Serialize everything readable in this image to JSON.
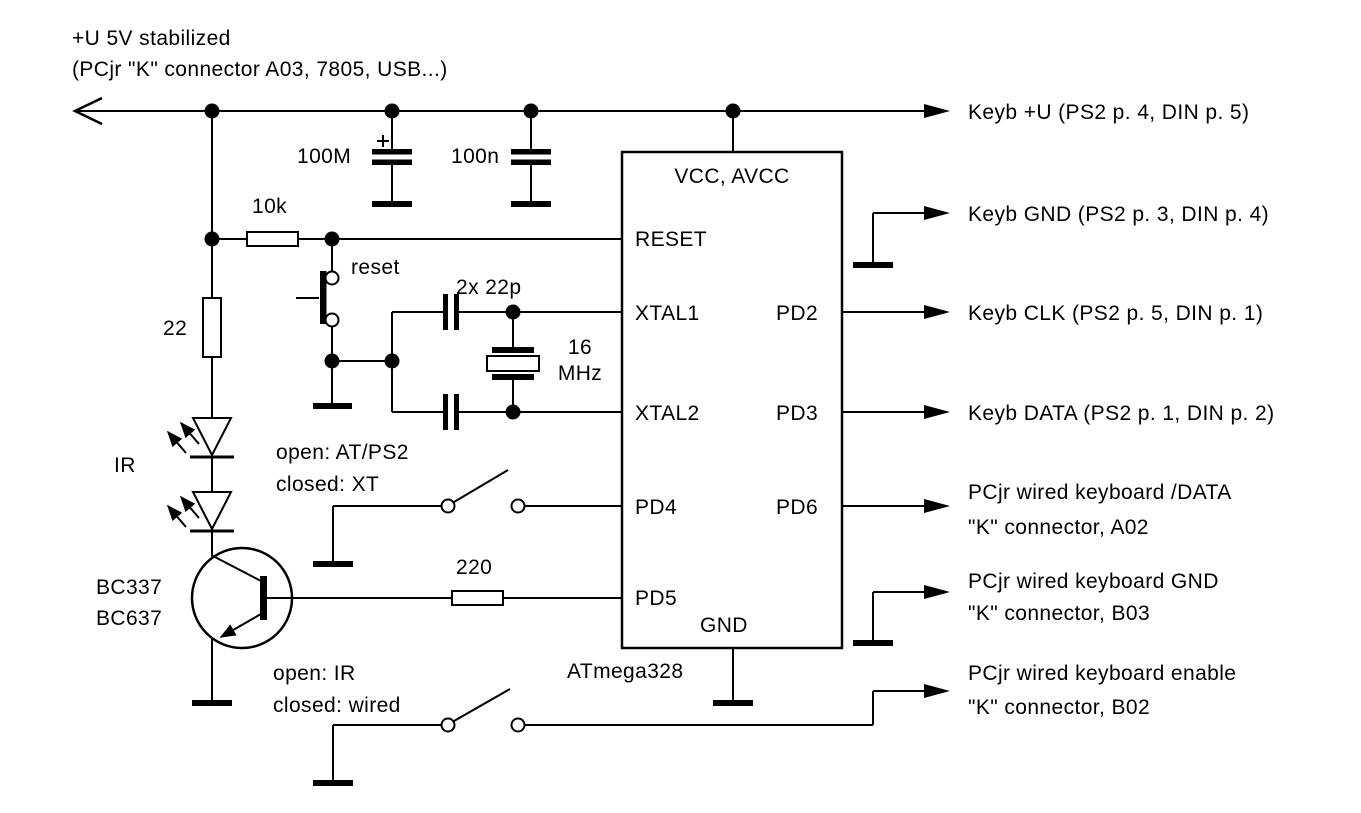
{
  "title": {
    "line1": "+U 5V stabilized",
    "line2": "(PCjr \"K\" connector A03, 7805, USB...)"
  },
  "ic": {
    "name": "ATmega328",
    "power_label": "VCC, AVCC",
    "gnd_label": "GND",
    "pins": {
      "reset": "RESET",
      "xtal1": "XTAL1",
      "xtal2": "XTAL2",
      "pd4": "PD4",
      "pd5": "PD5",
      "pd2": "PD2",
      "pd3": "PD3",
      "pd6": "PD6"
    }
  },
  "components": {
    "cap_bulk": "100M",
    "cap_decoupling": "100n",
    "resistor_pullup": "10k",
    "resistor_led": "22",
    "resistor_base": "220",
    "reset_button": "reset",
    "crystal_caps": "2x 22p",
    "crystal_freq_line1": "16",
    "crystal_freq_line2": "MHz",
    "led_label": "IR",
    "transistor_line1": "BC337",
    "transistor_line2": "BC637"
  },
  "switches": {
    "mode_open": "open: AT/PS2",
    "mode_closed": "closed: XT",
    "output_open": "open: IR",
    "output_closed": "closed: wired"
  },
  "connections": {
    "keyb_u": "Keyb +U (PS2 p. 4, DIN p. 5)",
    "keyb_gnd": "Keyb GND (PS2 p. 3, DIN p. 4)",
    "keyb_clk": "Keyb CLK (PS2 p. 5, DIN p. 1)",
    "keyb_data": "Keyb DATA (PS2 p. 1, DIN p. 2)",
    "pcjr_data_line1": "PCjr wired keyboard /DATA",
    "pcjr_data_line2": "\"K\" connector, A02",
    "pcjr_gnd_line1": "PCjr wired keyboard GND",
    "pcjr_gnd_line2": "\"K\" connector, B03",
    "pcjr_enable_line1": "PCjr wired keyboard enable",
    "pcjr_enable_line2": "\"K\" connector, B02"
  }
}
